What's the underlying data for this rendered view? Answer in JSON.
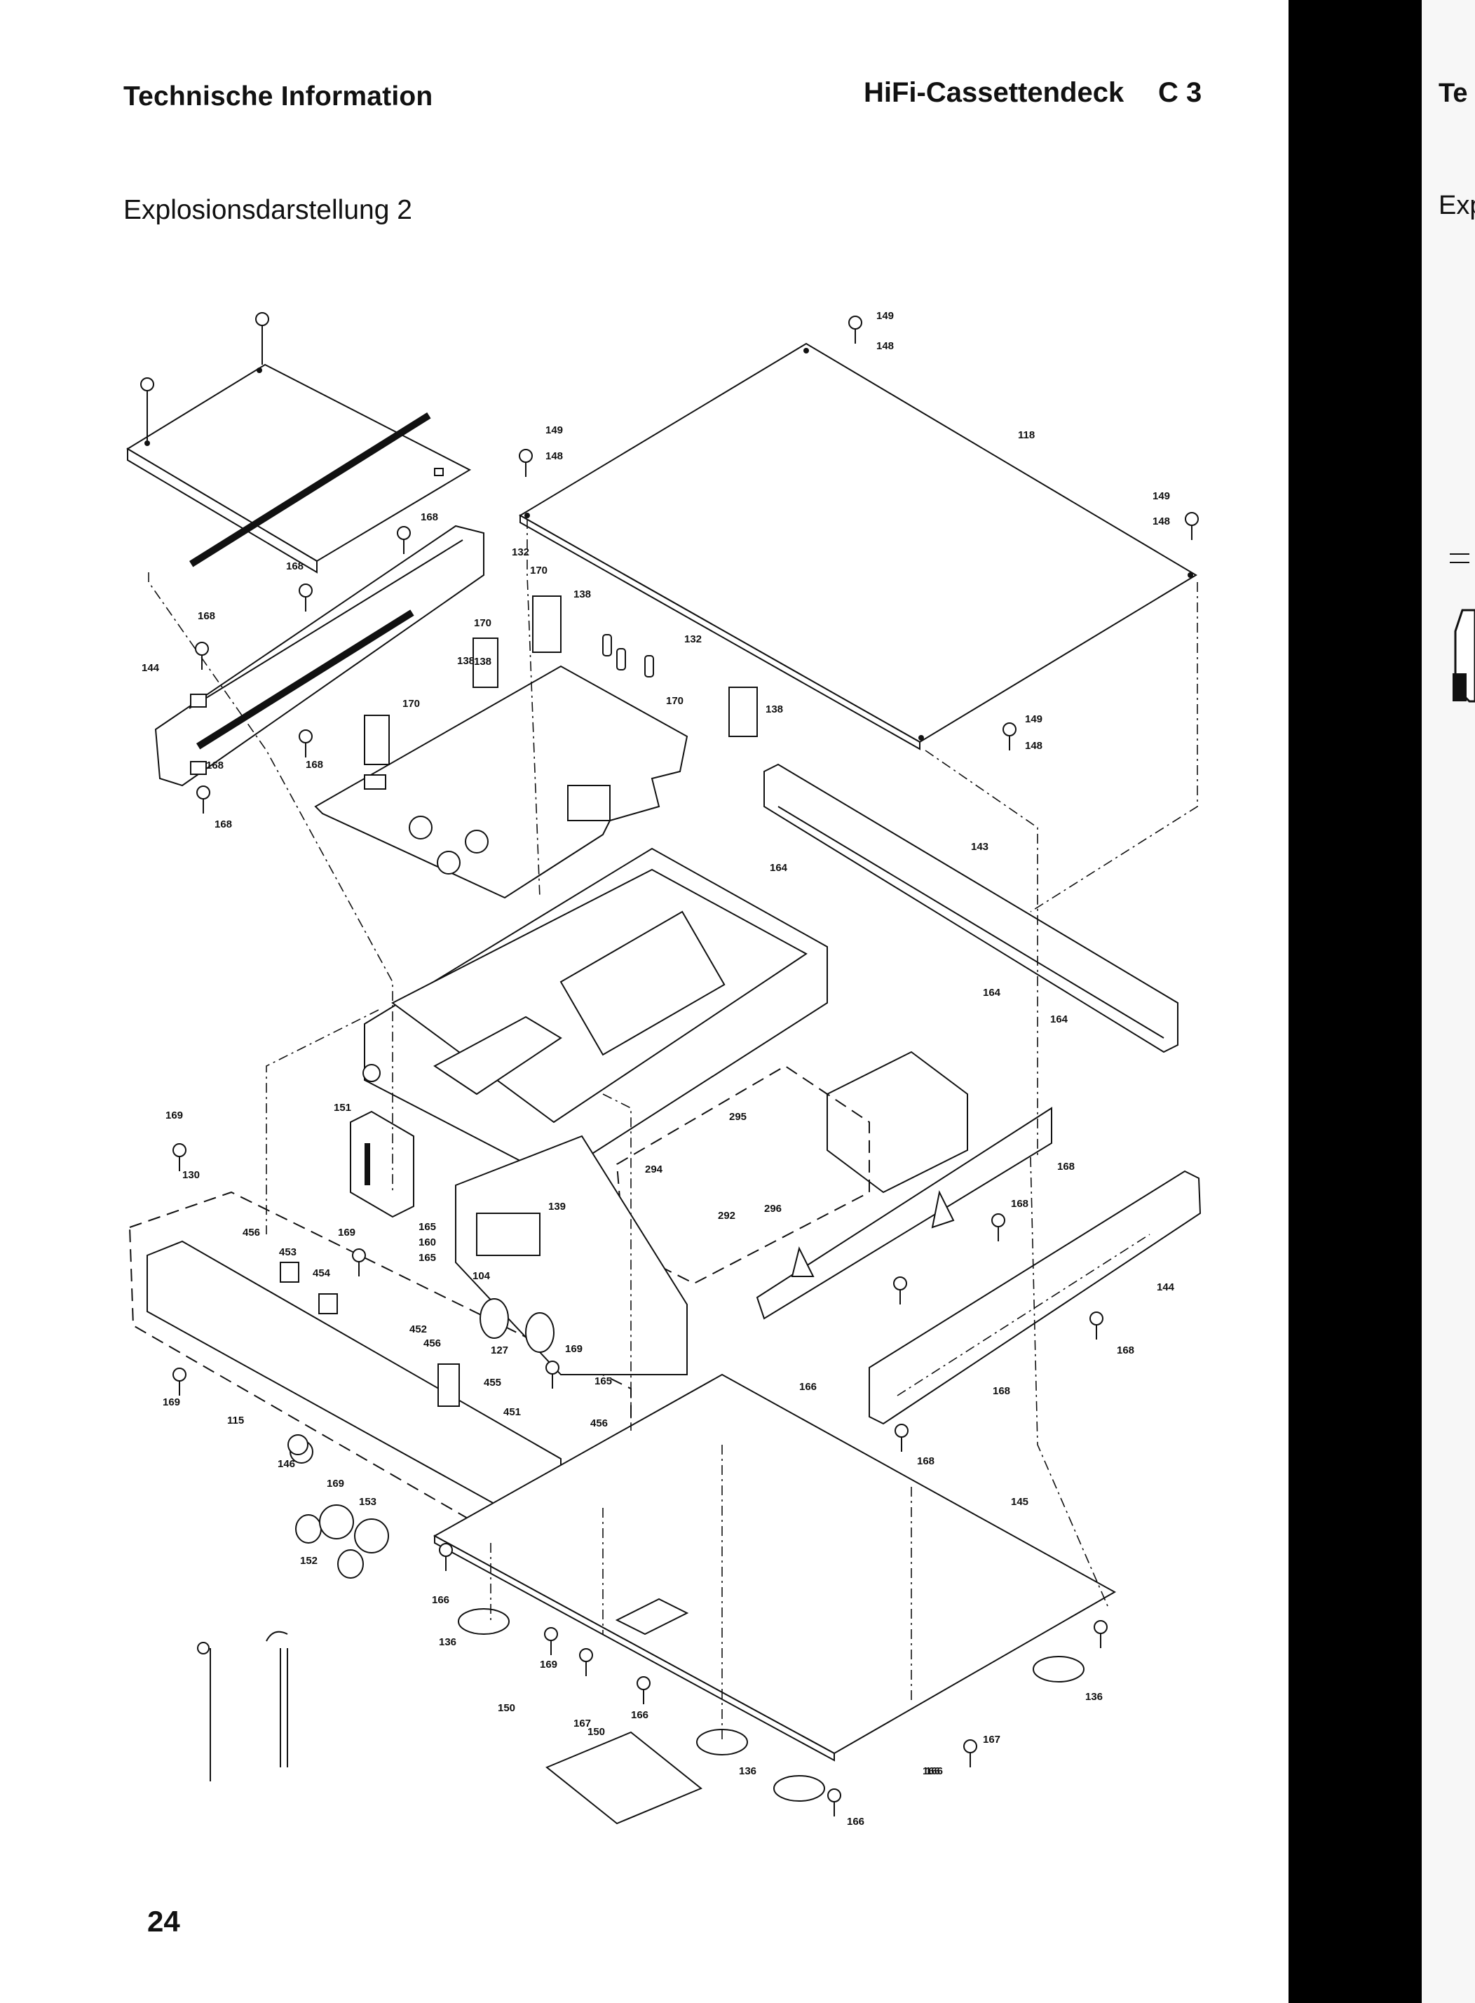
{
  "header": {
    "left_title": "Technische Information",
    "right_title": "HiFi-Cassettendeck",
    "model_code": "C 3"
  },
  "subtitle": "Explosionsdarstellung  2",
  "page_number": "24",
  "adjacent_page": {
    "header_fragment": "Te",
    "subtitle_fragment": "Exp"
  },
  "diagram": {
    "part_labels": [
      "149",
      "148",
      "118",
      "149",
      "148",
      "149",
      "148",
      "168",
      "132",
      "170",
      "138",
      "168",
      "168",
      "144",
      "170",
      "138",
      "170",
      "138",
      "132",
      "138",
      "170",
      "168",
      "149",
      "148",
      "168",
      "168",
      "143",
      "164",
      "164",
      "164",
      "169",
      "151",
      "295",
      "294",
      "292",
      "296",
      "139",
      "168",
      "168",
      "130",
      "165",
      "160",
      "165",
      "456",
      "453",
      "454",
      "169",
      "104",
      "144",
      "168",
      "452",
      "456",
      "127",
      "169",
      "165",
      "166",
      "455",
      "456",
      "451",
      "115",
      "146",
      "169",
      "153",
      "152",
      "169",
      "168",
      "145",
      "166",
      "136",
      "150",
      "169",
      "167",
      "166",
      "150",
      "136",
      "166",
      "167",
      "136",
      "166",
      "166",
      "168"
    ]
  }
}
